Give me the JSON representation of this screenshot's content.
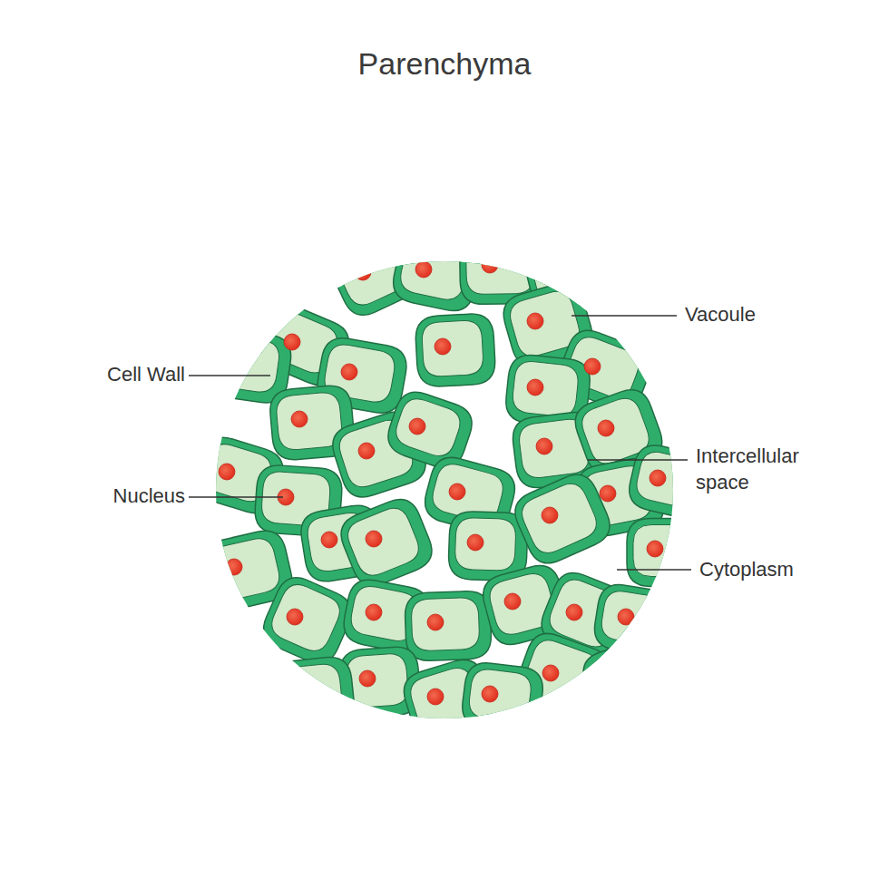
{
  "diagram": {
    "title": "Parenchyma",
    "labels": [
      "Vacoule",
      "Cell Wall",
      "Nucleus",
      "Intercellular space",
      "Cytoplasm"
    ]
  }
}
